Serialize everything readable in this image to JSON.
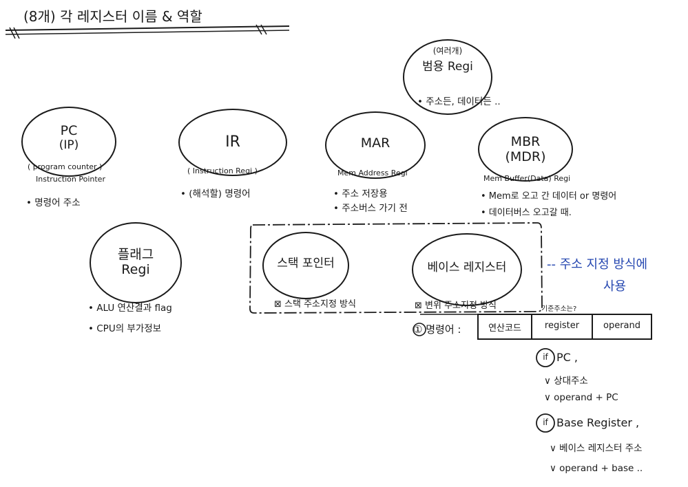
{
  "header": {
    "title": "(8개) 각 레지스터 이름 & 역할"
  },
  "registers": {
    "pc": {
      "name": "PC",
      "alias": "(IP)",
      "full": "( program counter )",
      "full2": "Instruction Pointer",
      "role": "• 명령어 주소"
    },
    "ir": {
      "name": "IR",
      "full": "( Instruction Regi )",
      "role": "• (해석할) 명령어"
    },
    "mar": {
      "name": "MAR",
      "full": "Mem Address Regi",
      "roles": [
        "• 주소 저장용",
        "• 주소버스 가기 전"
      ]
    },
    "mbr": {
      "name": "MBR",
      "alias": "(MDR)",
      "full": "Mem Buffer(Data) Regi",
      "roles": [
        "• Mem로 오고 간 데이터 or 명령어",
        "• 데이터버스 오고갈 때."
      ]
    },
    "general": {
      "count": "(여러개)",
      "name": "범용 Regi",
      "role": "• 주소든, 데이터든 .."
    },
    "flag": {
      "name": "플래그",
      "name2": "Regi",
      "roles": [
        "• ALU 연산결과 flag",
        "• CPU의 부가정보"
      ]
    },
    "sp": {
      "name": "스택 포인터",
      "method": "⊠ 스택 주소지정 방식"
    },
    "base": {
      "name": "베이스 레지스터",
      "method": "⊠ 변위 주소지정 방식"
    }
  },
  "addressing_note": {
    "line1": "-- 주소 지정 방식에",
    "line2": "사용"
  },
  "instruction": {
    "label": "① 명령어 :",
    "cells": [
      "연산코드",
      "register",
      "operand"
    ],
    "tiny_note": "기준주소는?"
  },
  "cases": {
    "pc_case": {
      "badge": "if",
      "title": "PC ,",
      "items": [
        "∨ 상대주소",
        "∨ operand + PC"
      ]
    },
    "base_case": {
      "badge": "if",
      "title": "Base Register ,",
      "items": [
        "∨ 베이스 레지스터 주소",
        "∨ operand + base .."
      ]
    }
  },
  "colors": {
    "ink": "#1a1a1a",
    "accent": "#2446b0"
  }
}
